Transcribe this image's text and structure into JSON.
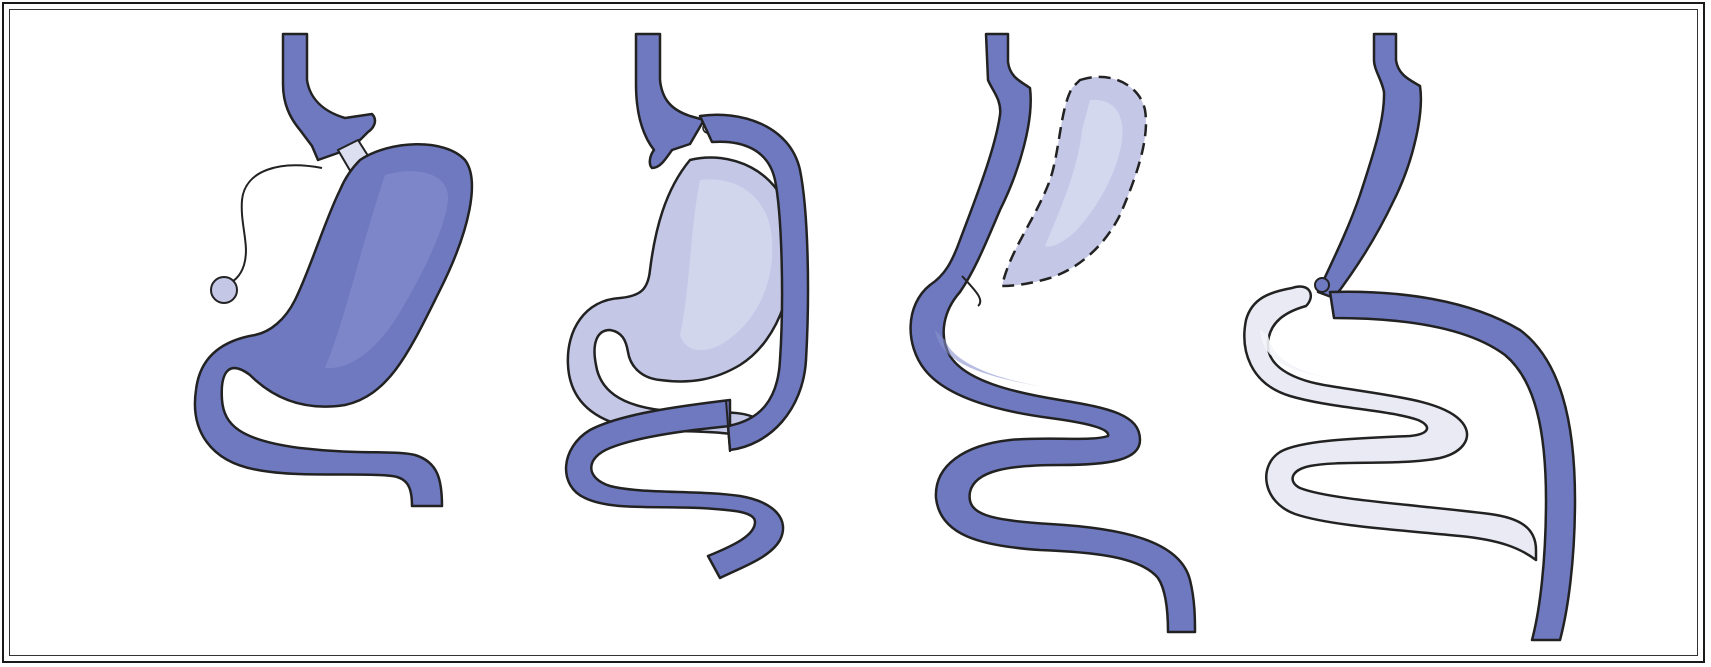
{
  "figure": {
    "panel_count": 4,
    "colors": {
      "gi_tract": "#6f79bf",
      "gi_tract_highlight": "#8891cf",
      "excluded_stomach": "#c4c7e6",
      "excluded_stomach_highlight": "#d6d9ef",
      "bypassed_limb": "#e9eaf3",
      "bypassed_limb_highlight": "#f4f5fa",
      "outline": "#222222",
      "frame": "#1a1a1a"
    },
    "panels": [
      {
        "id": "adjustable-gastric-band",
        "icon": "gastric-band-icon"
      },
      {
        "id": "roux-en-y-gastric-bypass",
        "icon": "gastric-bypass-icon"
      },
      {
        "id": "sleeve-gastrectomy",
        "icon": "sleeve-gastrectomy-icon"
      },
      {
        "id": "biliopancreatic-diversion",
        "icon": "biliopancreatic-diversion-icon"
      }
    ]
  }
}
